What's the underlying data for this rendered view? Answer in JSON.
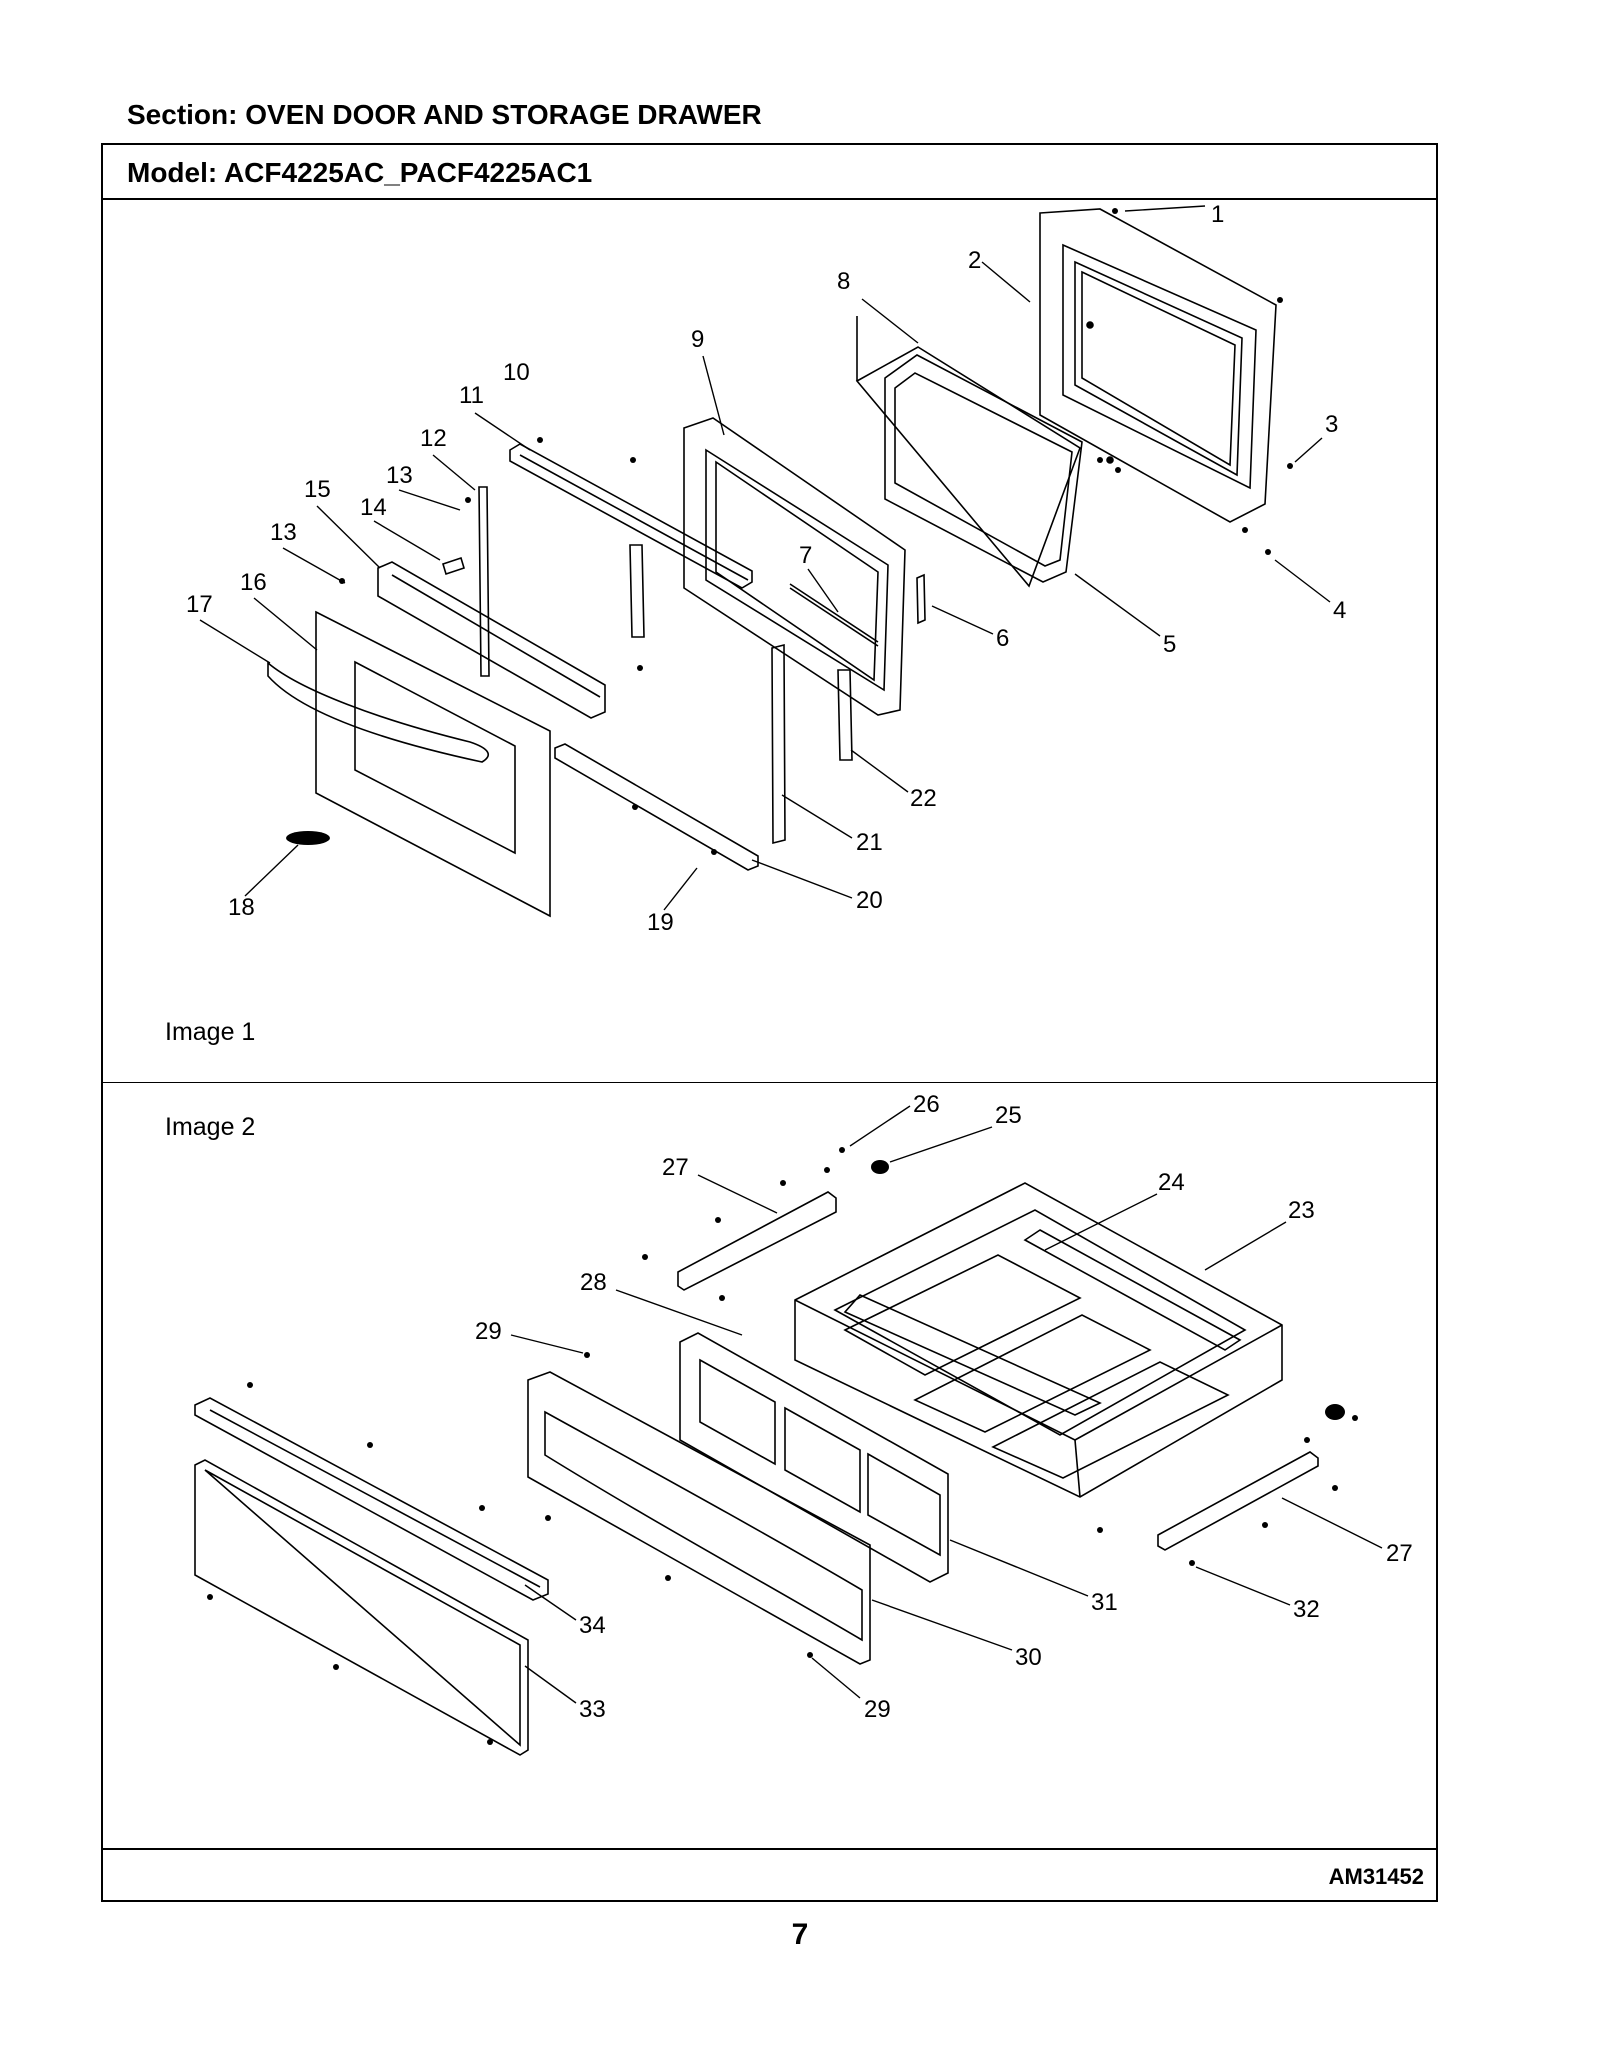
{
  "header": {
    "section_label": "Section:  OVEN DOOR AND STORAGE DRAWER",
    "model_label": "Model:  ACF4225AC_PACF4225AC1"
  },
  "images": [
    {
      "label": "Image 1"
    },
    {
      "label": "Image 2"
    }
  ],
  "callouts_image1": [
    "1",
    "2",
    "3",
    "4",
    "5",
    "6",
    "7",
    "8",
    "9",
    "10",
    "11",
    "12",
    "13",
    "13",
    "14",
    "15",
    "16",
    "17",
    "18",
    "19",
    "20",
    "21",
    "22"
  ],
  "callouts_image2": [
    "23",
    "24",
    "25",
    "26",
    "27",
    "27",
    "28",
    "29",
    "29",
    "30",
    "31",
    "32",
    "33",
    "34"
  ],
  "footer": {
    "doc_code": "AM31452"
  },
  "page_number": "7"
}
